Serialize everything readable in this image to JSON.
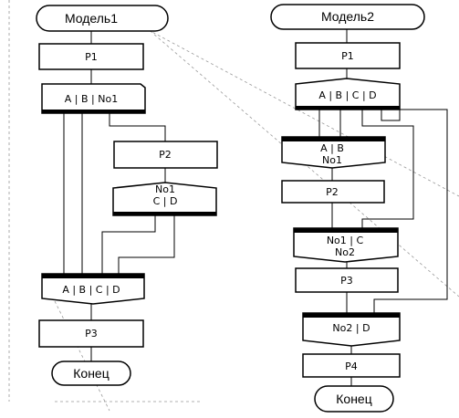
{
  "model1": {
    "start": "Модель1",
    "p1": "P1",
    "split": "A | B | No1",
    "p2": "P2",
    "no1_cd_line1": "No1",
    "no1_cd_line2": "C | D",
    "join": "A | B | C | D",
    "p3": "P3",
    "end": "Конец"
  },
  "model2": {
    "start": "Модель2",
    "p1": "P1",
    "split": "A | B | C | D",
    "ab_line1": "A | B",
    "ab_line2": "No1",
    "p2": "P2",
    "no1c_line1": "No1 | C",
    "no1c_line2": "No2",
    "p3": "P3",
    "no2d": "No2 | D",
    "p4": "P4",
    "end": "Конец"
  }
}
